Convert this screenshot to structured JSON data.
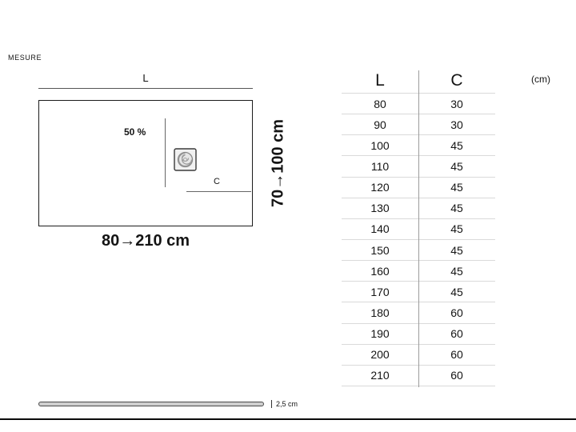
{
  "title": "MESURE",
  "diagram": {
    "length_label": "L",
    "slope_label": "50 %",
    "width_label": "C",
    "length_range": "80→210 cm",
    "width_range": "70→100 cm",
    "drain_icon": "drain-swirl-icon",
    "thickness_label": "2,5 cm"
  },
  "table": {
    "header_l": "L",
    "header_c": "C",
    "unit_note": "(cm)",
    "rows": [
      [
        "80",
        "30"
      ],
      [
        "90",
        "30"
      ],
      [
        "100",
        "45"
      ],
      [
        "110",
        "45"
      ],
      [
        "120",
        "45"
      ],
      [
        "130",
        "45"
      ],
      [
        "140",
        "45"
      ],
      [
        "150",
        "45"
      ],
      [
        "160",
        "45"
      ],
      [
        "170",
        "45"
      ],
      [
        "180",
        "60"
      ],
      [
        "190",
        "60"
      ],
      [
        "200",
        "60"
      ],
      [
        "210",
        "60"
      ]
    ]
  }
}
